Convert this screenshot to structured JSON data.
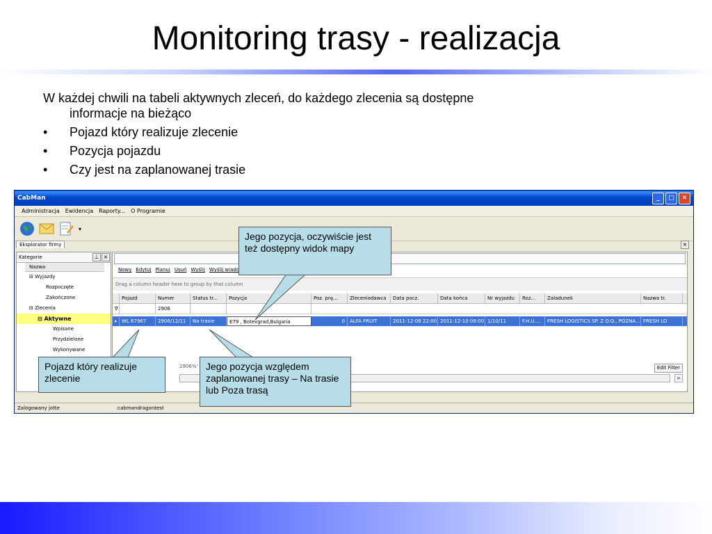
{
  "slide": {
    "title": "Monitoring trasy - realizacja",
    "intro": "W każdej chwili na tabeli aktywnych zleceń, do każdego zlecenia są dostępne",
    "intro_cont": "informacje na bieżąco",
    "bullets": [
      "Pojazd który realizuje zlecenie",
      "Pozycja pojazdu",
      "Czy jest na zaplanowanej trasie"
    ],
    "bullet_glyph": "•"
  },
  "app": {
    "title": "CabMan",
    "menu": [
      "Administracja",
      "Ewidencja",
      "Raporty...",
      "O Programie"
    ],
    "tab": "Eksplorator firmy",
    "categories_label": "Kategorie",
    "tree_col": "Nazwa",
    "tree": [
      "Wyjazdy",
      "Rozpoczęte",
      "Zakończone",
      "Zlecenia",
      "Aktywne",
      "Wpisane",
      "Przydzielone",
      "Wykonywane"
    ],
    "actions": [
      "Nowy",
      "Edytuj",
      "Planuj",
      "Usuń",
      "Wyślij",
      "Wyślij wiadomość"
    ],
    "group_hint": "Drag a column header here to group by that column",
    "columns": [
      "Pojazd",
      "Numer",
      "Status tr...",
      "Pozycja",
      "Poz. prę...",
      "Zleceniodawca",
      "Data pocz.",
      "Data końca",
      "Nr wyjazdu",
      "Roz...",
      "Załadunek",
      "Nazwa tr."
    ],
    "filter_value": "2906",
    "row": [
      "WL 67967",
      "2906/12/11",
      "Na trasie",
      "E79 , Botevgrad,Bulgaria",
      "0",
      "ALFA FRUIT",
      "2011-12-08 22:00",
      "2011-12-10 08:00",
      "1/10/11",
      "F.H.U....",
      "FRESH LOGISTICS SP. Z O.O., POZNA...",
      "FRESH LO"
    ],
    "filter_text": "2906%'",
    "edit_filter": "Edit Filter",
    "status_user": "Zalogowany jotte",
    "status_db": ":cabmandragontest",
    "colors": {
      "title_bar": "#0046c8",
      "selected_row": "#3c72d6",
      "active_node": "#ffff80",
      "callout": "#b7dde8"
    }
  },
  "callouts": {
    "position": "Jego pozycja, oczywiście jest też dostępny widok mapy",
    "vehicle": "Pojazd który realizuje zlecenie",
    "route": "Jego pozycja względem zaplanowanej trasy – Na trasie lub Poza trasą"
  }
}
